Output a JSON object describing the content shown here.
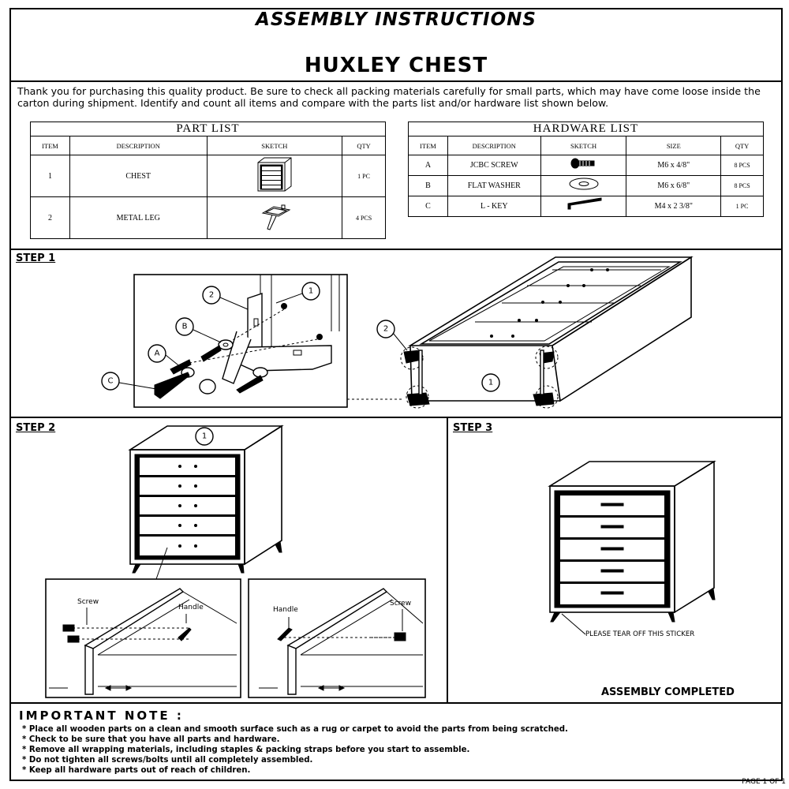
{
  "header": {
    "title": "ASSEMBLY INSTRUCTIONS",
    "product": "HUXLEY CHEST"
  },
  "intro": "Thank you for purchasing this quality product. Be sure to check all packing materials carefully for small parts, which may have come loose inside the carton during shipment. Identify and count all items and compare with the parts list and/or hardware list shown below.",
  "part_list": {
    "caption": "PART LIST",
    "headers": {
      "item": "ITEM",
      "description": "DESCRIPTION",
      "sketch": "SKETCH",
      "qty": "QTY"
    },
    "rows": [
      {
        "item": "1",
        "description": "CHEST",
        "qty": "1 PC",
        "sketch_icon": "chest-sketch-icon"
      },
      {
        "item": "2",
        "description": "METAL LEG",
        "qty": "4 PCS",
        "sketch_icon": "metal-leg-sketch-icon"
      }
    ]
  },
  "hardware_list": {
    "caption": "HARDWARE LIST",
    "headers": {
      "item": "ITEM",
      "description": "DESCRIPTION",
      "sketch": "SKETCH",
      "size": "SIZE",
      "qty": "QTY"
    },
    "rows": [
      {
        "item": "A",
        "description": "JCBC SCREW",
        "size": "M6 x 4/8\"",
        "qty": "8 PCS",
        "sketch_icon": "screw-icon"
      },
      {
        "item": "B",
        "description": "FLAT WASHER",
        "size": "M6 x 6/8\"",
        "qty": "8 PCS",
        "sketch_icon": "washer-icon"
      },
      {
        "item": "C",
        "description": "L - KEY",
        "size": "M4 x 2 3/8\"",
        "qty": "1 PC",
        "sketch_icon": "l-key-icon"
      }
    ]
  },
  "steps": {
    "step1": {
      "label": "STEP 1",
      "callouts": {
        "part1": "1",
        "part2": "2",
        "hw_a": "A",
        "hw_b": "B",
        "hw_c": "C"
      }
    },
    "step2": {
      "label": "STEP 2",
      "callout_part1": "1",
      "screw_label": "Screw",
      "handle_label": "Handle"
    },
    "step3": {
      "label": "STEP 3",
      "sticker_note": "PLEASE TEAR OFF THIS STICKER",
      "completed": "ASSEMBLY COMPLETED"
    }
  },
  "important_note": {
    "title": "IMPORTANT NOTE :",
    "items": [
      "Place all wooden parts on a clean and smooth surface such as a rug or carpet to avoid the parts from being scratched.",
      "Check to be sure  that you have all parts and hardware.",
      "Remove all wrapping materials, including staples & packing straps before you start to assemble.",
      "Do not tighten all screws/bolts until all completely assembled.",
      "Keep all hardware parts out of reach of children."
    ]
  },
  "page": "PAGE 1 OF 1"
}
